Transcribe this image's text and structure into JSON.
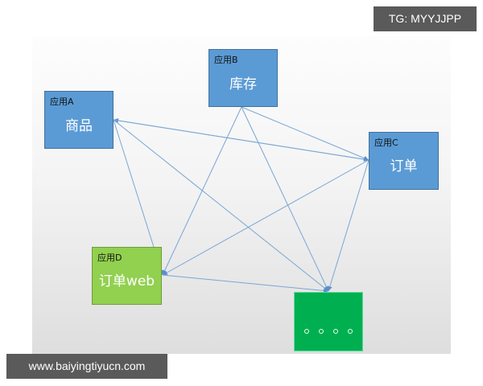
{
  "watermark_top": "TG: MYYJJPP",
  "watermark_bottom": "www.baiyingtiyucn.com",
  "colors": {
    "app_blue": "#5b9bd5",
    "app_lime": "#92d050",
    "app_green": "#00b050",
    "link": "#7aa6d4"
  },
  "nodes": [
    {
      "id": "A",
      "label": "应用A",
      "title": "商品"
    },
    {
      "id": "B",
      "label": "应用B",
      "title": "库存"
    },
    {
      "id": "C",
      "label": "应用C",
      "title": "订单"
    },
    {
      "id": "D",
      "label": "应用D",
      "title": "订单web"
    },
    {
      "id": "E",
      "label": "",
      "title": "。。。。"
    }
  ],
  "links": [
    [
      "A",
      "C"
    ],
    [
      "A",
      "D"
    ],
    [
      "A",
      "E"
    ],
    [
      "B",
      "C"
    ],
    [
      "B",
      "D"
    ],
    [
      "B",
      "E"
    ],
    [
      "C",
      "D"
    ],
    [
      "C",
      "E"
    ],
    [
      "D",
      "E"
    ]
  ]
}
